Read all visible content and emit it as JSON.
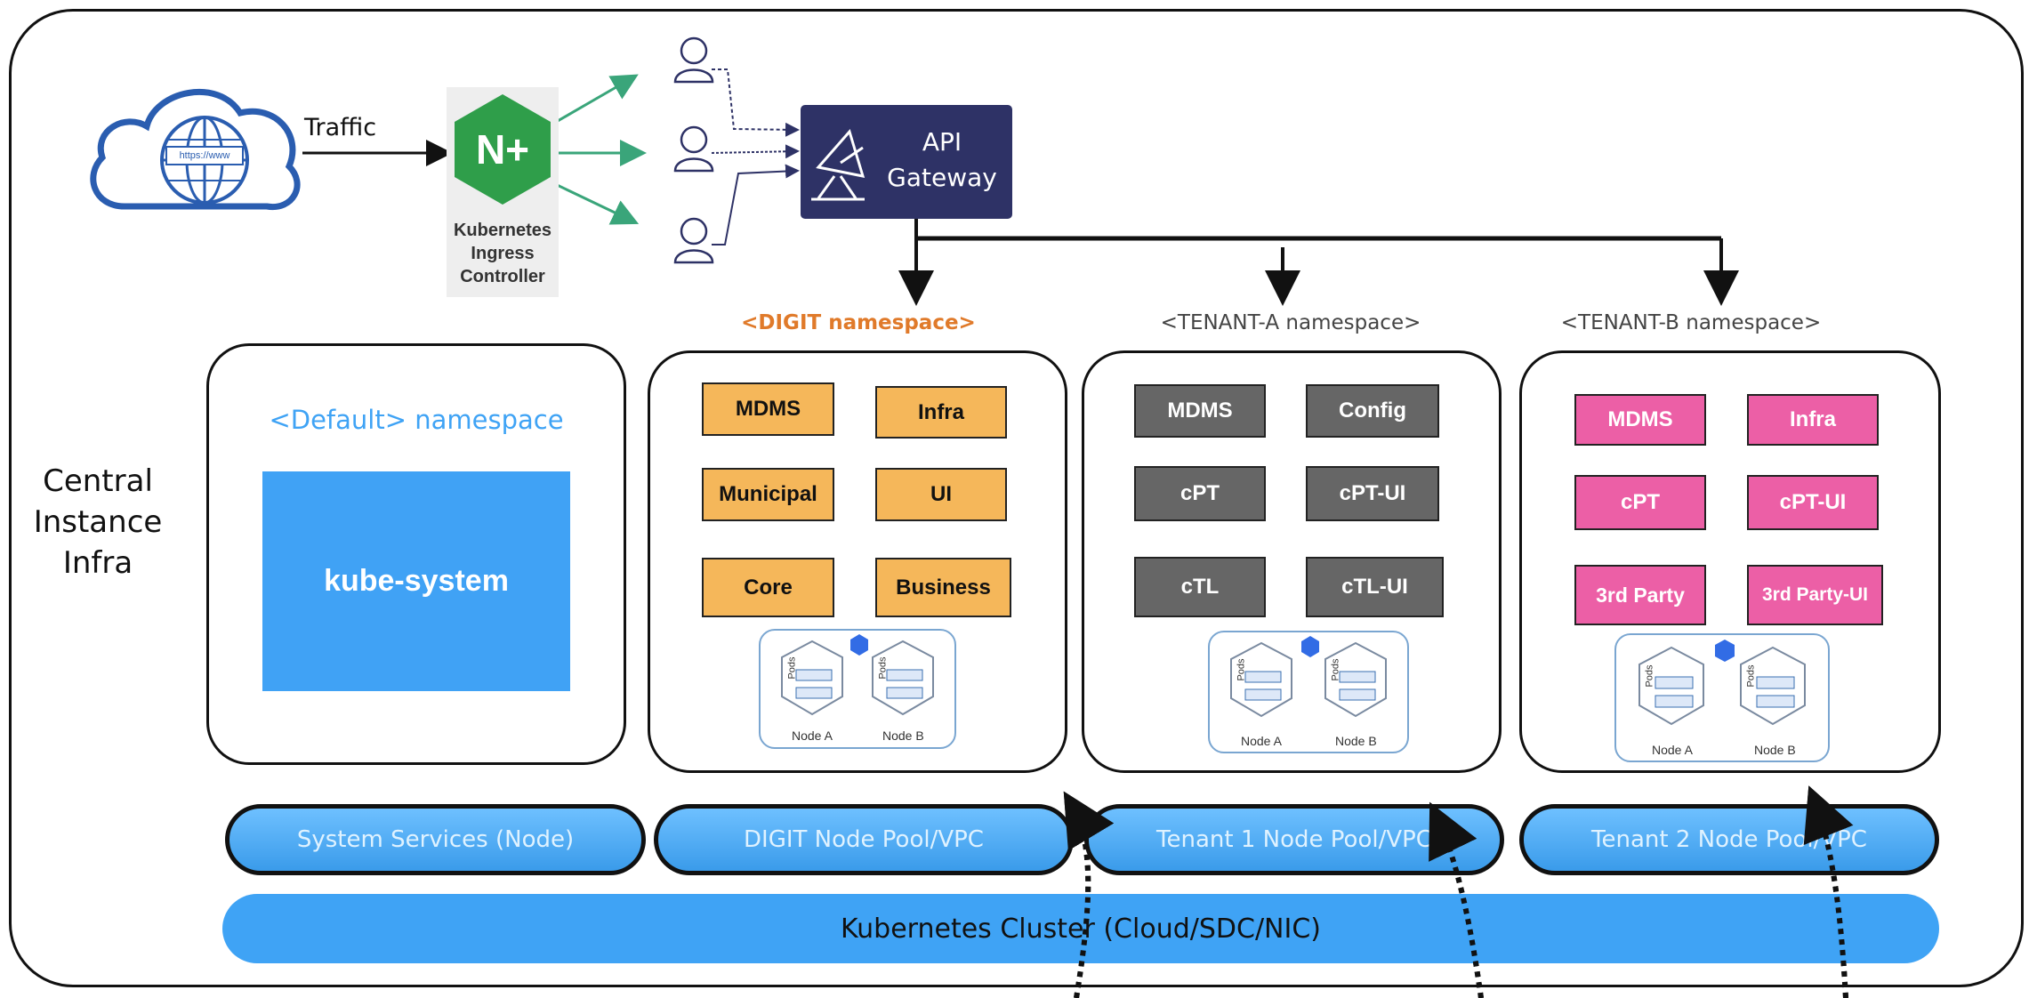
{
  "traffic_label": "Traffic",
  "cloud_url": "https://www",
  "ingress": {
    "logo": "N+",
    "label_lines": [
      "Kubernetes",
      "Ingress",
      "Controller"
    ]
  },
  "gateway": {
    "line1": "API",
    "line2": "Gateway"
  },
  "central": {
    "lines": [
      "Central",
      "Instance",
      "Infra"
    ]
  },
  "default_ns": {
    "title": "<Default> namespace",
    "box": "kube-system"
  },
  "digit_ns": {
    "title": "<DIGIT namespace>",
    "title_color": "#e07a2a",
    "services": [
      "MDMS",
      "Infra",
      "Municipal",
      "UI",
      "Core",
      "Business"
    ],
    "pods_label": "Pods",
    "node_a": "Node A",
    "node_b": "Node B"
  },
  "tenant_a_ns": {
    "title": "<TENANT-A namespace>",
    "services": [
      "MDMS",
      "Config",
      "cPT",
      "cPT-UI",
      "cTL",
      "cTL-UI"
    ],
    "pods_label": "Pods",
    "node_a": "Node A",
    "node_b": "Node B"
  },
  "tenant_b_ns": {
    "title": "<TENANT-B namespace>",
    "services": [
      "MDMS",
      "Infra",
      "cPT",
      "cPT-UI",
      "3rd Party",
      "3rd Party-UI"
    ],
    "pods_label": "Pods",
    "node_a": "Node A",
    "node_b": "Node B"
  },
  "pools": [
    "System Services (Node)",
    "DIGIT Node Pool/VPC",
    "Tenant 1 Node Pool/VPC",
    "Tenant 2 Node Pool/VPC"
  ],
  "cluster": "Kubernetes Cluster (Cloud/SDC/NIC)",
  "colors": {
    "gateway": "#2e3266",
    "nginx": "#2f9e4a",
    "default_blue": "#40a2f5",
    "default_title": "#3fa3f5",
    "orange": "#f5b75a",
    "gray": "#666666",
    "pink": "#ec5fa6",
    "teal_arrow": "#3aa57a"
  }
}
